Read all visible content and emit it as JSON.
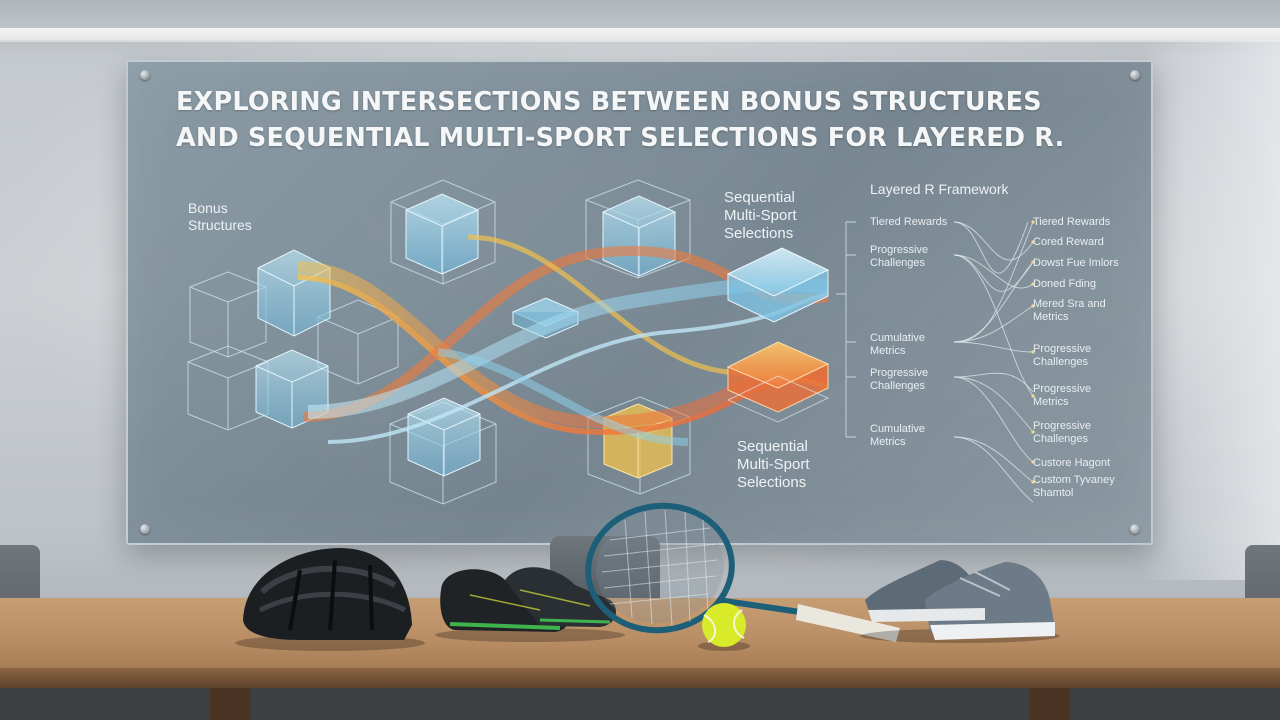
{
  "title_lines": [
    "EXPLORING INTERSECTIONS BETWEEN BONUS STRUCTURES",
    "AND SEQUENTIAL MULTI-SPORT SELECTIONS FOR LAYERED R."
  ],
  "labels": {
    "bonus_structures": [
      "Bonus",
      "Structures"
    ],
    "sequential_top": [
      "Sequential",
      "Multi-Sport",
      "Selections"
    ],
    "sequential_bottom": [
      "Sequential",
      "Multi-Sport",
      "Selections"
    ],
    "framework_title": "Layered R Framework"
  },
  "framework_left": [
    [
      "Tiered Rewards"
    ],
    [
      "Progressive",
      "Challenges"
    ],
    [
      "Cumulative",
      "Metrics"
    ],
    [
      "Progressive",
      "Challenges"
    ],
    [
      "Cumulative",
      "Metrics"
    ]
  ],
  "framework_right": [
    [
      "Tiered Rewards"
    ],
    [
      "Cored Reward"
    ],
    [
      "Dowst Fue Imlors"
    ],
    [
      "Doned Fding"
    ],
    [
      "Mered Sra and",
      "Metrics"
    ],
    [
      "Progressive",
      "Challenges"
    ],
    [
      "Progressive",
      "Metrics"
    ],
    [
      "Progressive",
      "Challenges"
    ],
    [
      "Custore Hagont"
    ],
    [
      "Custom Tyvaney",
      "Shamtol"
    ]
  ],
  "colors": {
    "stream_orange": "#f07a3a",
    "stream_yellow": "#f2c14e",
    "stream_blue": "#8fd3f0",
    "cube_blue": "#8cc9e6",
    "panel_glass": "#6f8694"
  },
  "objects": [
    "bike-helmet-icon",
    "cleats-icon",
    "tennis-racket-icon",
    "tennis-ball-icon",
    "running-shoes-icon"
  ]
}
